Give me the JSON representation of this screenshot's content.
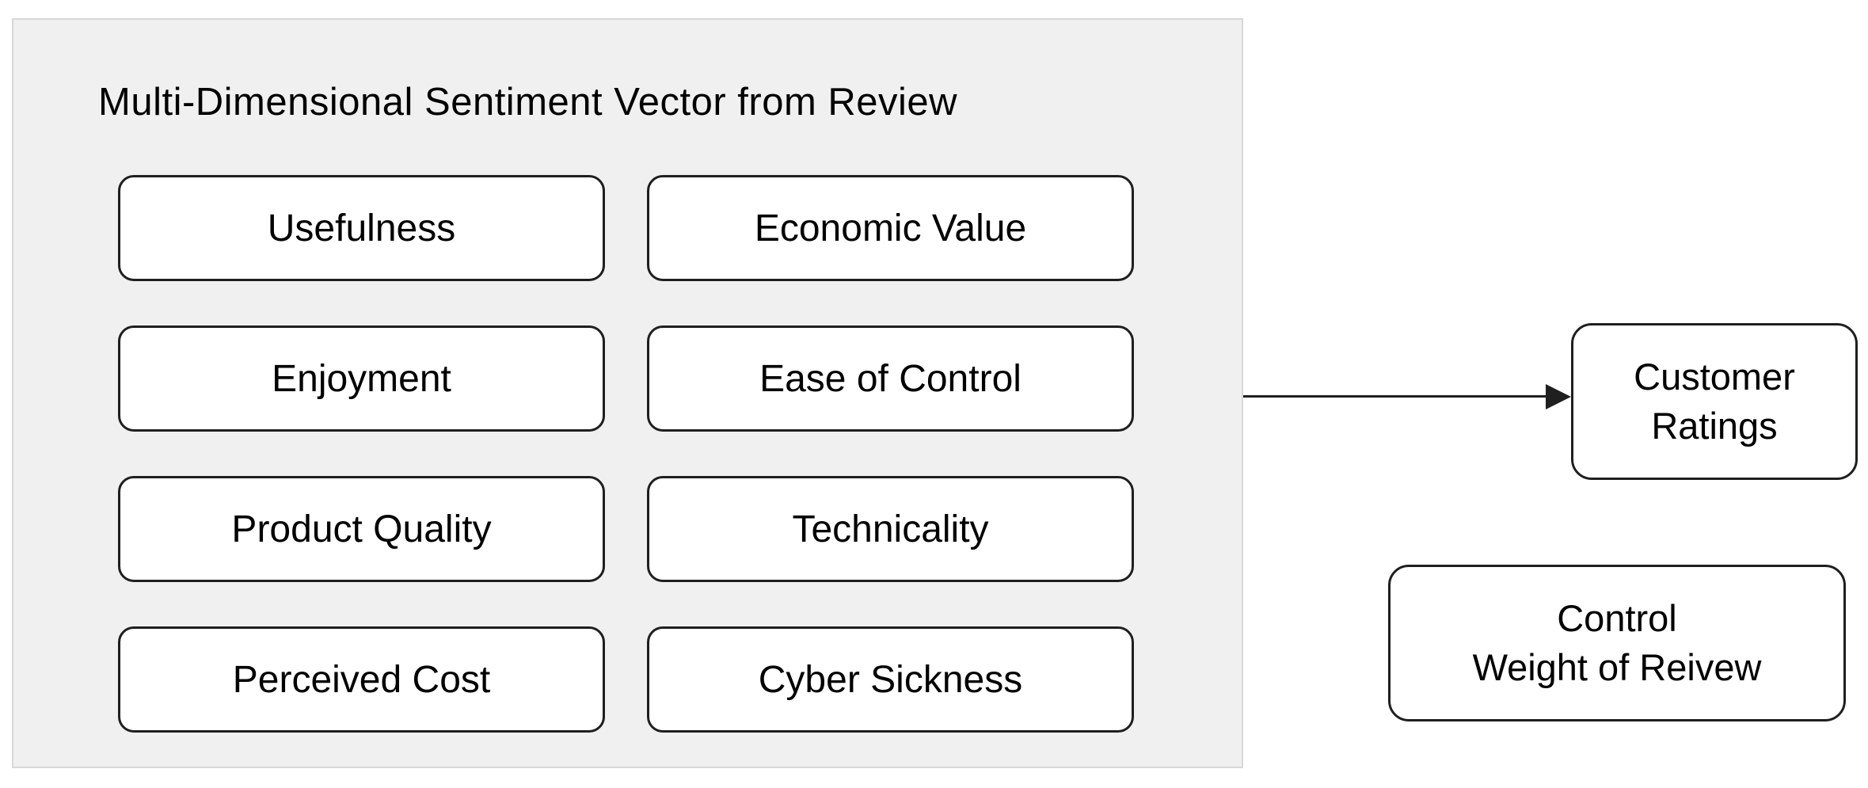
{
  "diagram": {
    "panel": {
      "title": "Multi-Dimensional Sentiment Vector from Review",
      "items": [
        {
          "label": "Usefulness"
        },
        {
          "label": "Economic Value"
        },
        {
          "label": "Enjoyment"
        },
        {
          "label": "Ease of Control"
        },
        {
          "label": "Product Quality"
        },
        {
          "label": "Technicality"
        },
        {
          "label": "Perceived Cost"
        },
        {
          "label": "Cyber Sickness"
        }
      ]
    },
    "nodes": {
      "customer_ratings": {
        "line1": "Customer",
        "line2": "Ratings"
      },
      "control_weight": {
        "line1": "Control",
        "line2": "Weight of Reivew"
      }
    },
    "colors": {
      "panel_bg": "#f0f0f0",
      "panel_border": "#d8d8d8",
      "box_bg": "#ffffff",
      "box_border": "#1f1f1f",
      "text": "#000000"
    }
  }
}
